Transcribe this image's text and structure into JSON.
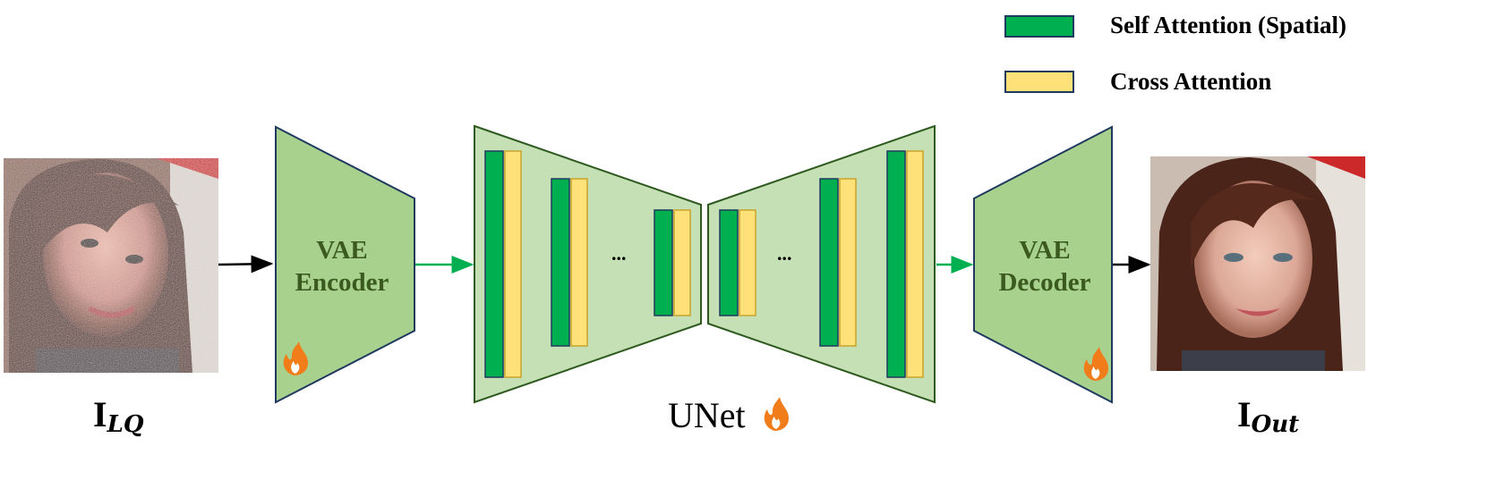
{
  "legend": {
    "self_attention_label": "Self Attention (Spatial)",
    "cross_attention_label": "Cross Attention"
  },
  "encoder": {
    "line1": "VAE",
    "line2": "Encoder"
  },
  "decoder": {
    "line1": "VAE",
    "line2": "Decoder"
  },
  "unet": {
    "label": "UNet",
    "ellipsis_left": "...",
    "ellipsis_right": "..."
  },
  "input": {
    "base": "I",
    "sub": "LQ"
  },
  "output": {
    "base": "I",
    "sub": "Out"
  },
  "colors": {
    "self_attention": "#00b050",
    "cross_attention": "#ffe17a",
    "vae_fill": "#a9d18e",
    "unet_fill": "#c5e0b4",
    "flame": "#f07d1a",
    "green_arrow": "#00b050"
  }
}
